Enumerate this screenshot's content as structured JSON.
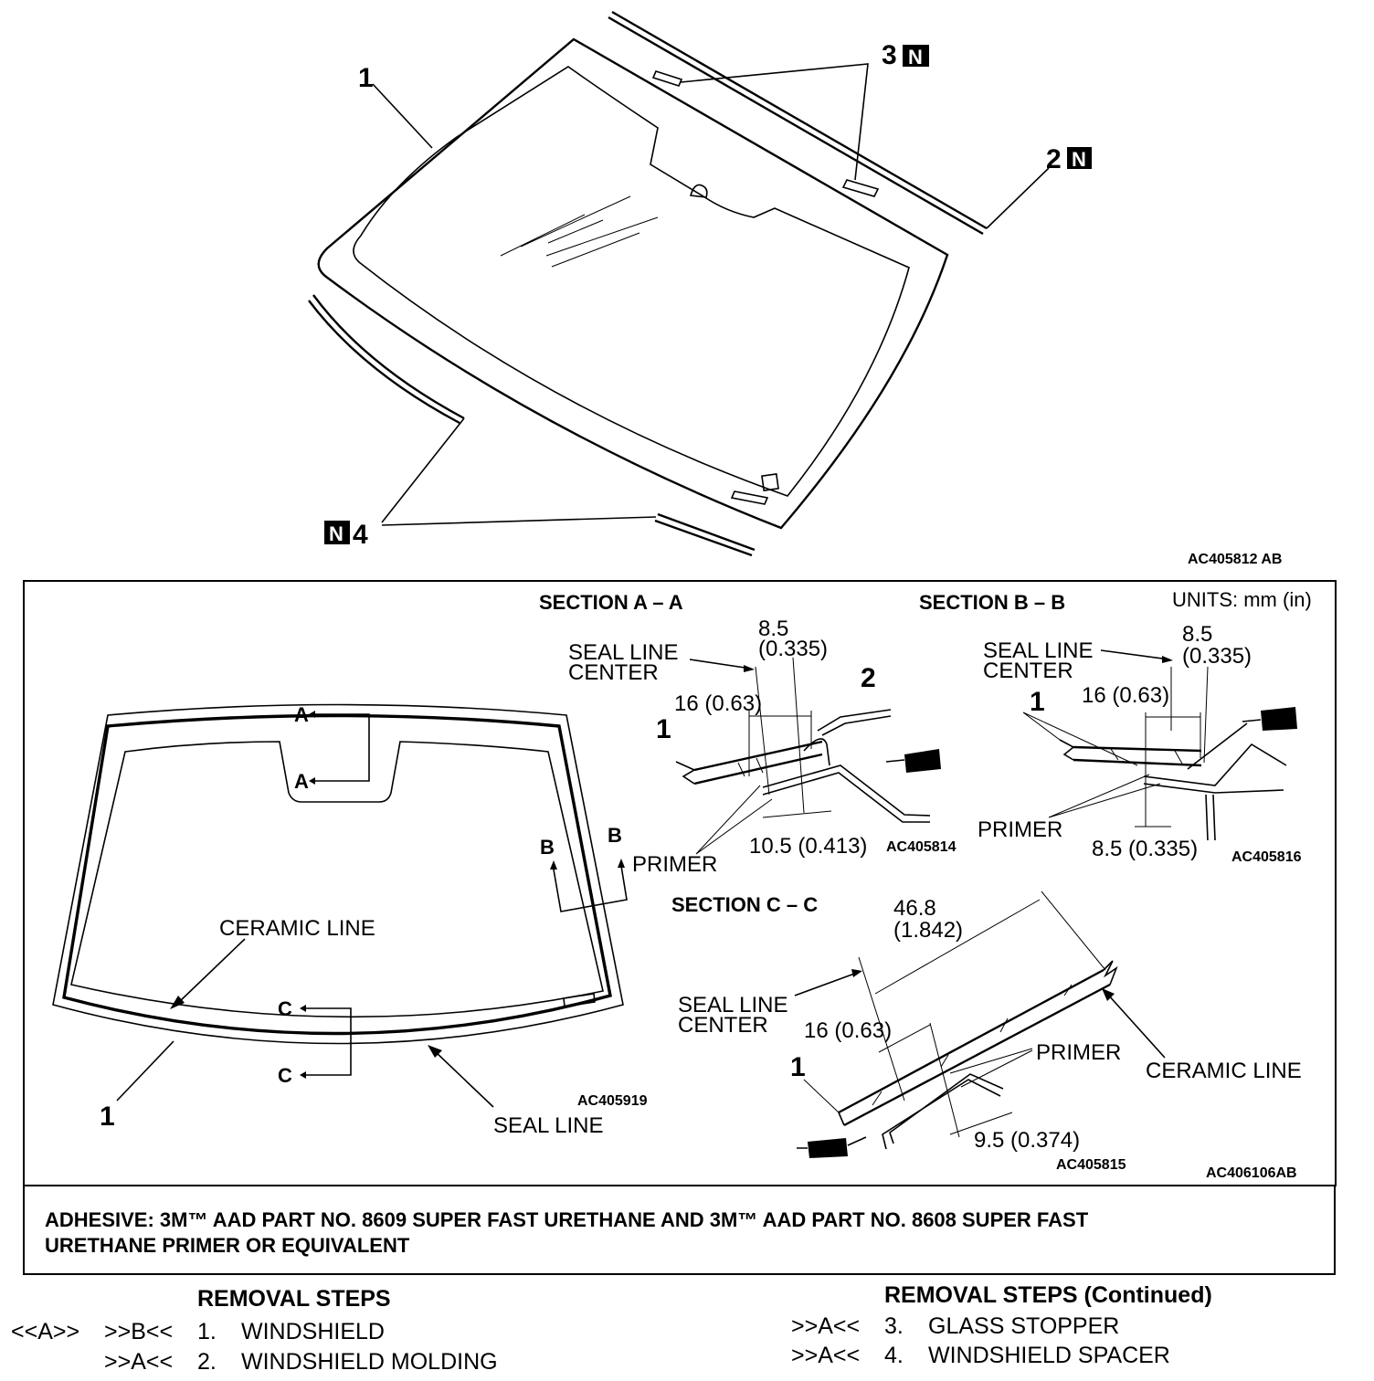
{
  "top_diagram": {
    "callout_1": "1",
    "callout_2": "2",
    "callout_3": "3",
    "callout_4": "4",
    "n_badge": "N",
    "fig_id": "AC405812 AB"
  },
  "units_note": "UNITS: mm (in)",
  "front_view": {
    "ceramic_line": "CERAMIC LINE",
    "seal_line": "SEAL LINE",
    "callout_1": "1",
    "section_marks": [
      "A",
      "A",
      "B",
      "B",
      "C",
      "C"
    ],
    "fig_id": "AC405919"
  },
  "section_aa": {
    "title": "SECTION A – A",
    "seal_line_center": [
      "SEAL LINE",
      "CENTER"
    ],
    "dim_top": [
      "8.5",
      "(0.335)"
    ],
    "dim_mid": "16 (0.63)",
    "dim_bottom": "10.5 (0.413)",
    "primer": "PRIMER",
    "callout_1": "1",
    "callout_2": "2",
    "fig_id": "AC405814"
  },
  "section_bb": {
    "title": "SECTION B – B",
    "seal_line_center": [
      "SEAL LINE",
      "CENTER"
    ],
    "dim_top": [
      "8.5",
      "(0.335)"
    ],
    "dim_mid": "16 (0.63)",
    "dim_bottom": "8.5 (0.335)",
    "primer": "PRIMER",
    "callout_1": "1",
    "fig_id": "AC405816"
  },
  "section_cc": {
    "title": "SECTION C – C",
    "seal_line_center": [
      "SEAL LINE",
      "CENTER"
    ],
    "dim_top": [
      "46.8",
      "(1.842)"
    ],
    "dim_mid": "16 (0.63)",
    "dim_bottom": "9.5 (0.374)",
    "primer": "PRIMER",
    "ceramic_line": "CERAMIC LINE",
    "callout_1": "1",
    "fig_id": "AC405815"
  },
  "box_fig_id": "AC406106AB",
  "adhesive": {
    "line1": "ADHESIVE: 3M™ AAD PART NO. 8609 SUPER FAST URETHANE AND 3M™ AAD PART NO. 8608 SUPER FAST",
    "line2": "URETHANE PRIMER OR EQUIVALENT"
  },
  "removal_steps": {
    "title": "REMOVAL STEPS",
    "items": [
      {
        "install": "<<A>>",
        "remove": ">>B<<",
        "num": "1.",
        "label": "WINDSHIELD"
      },
      {
        "install": "",
        "remove": ">>A<<",
        "num": "2.",
        "label": "WINDSHIELD MOLDING"
      }
    ]
  },
  "removal_steps_continued": {
    "title": "REMOVAL STEPS (Continued)",
    "items": [
      {
        "remove": ">>A<<",
        "num": "3.",
        "label": "GLASS STOPPER"
      },
      {
        "remove": ">>A<<",
        "num": "4.",
        "label": "WINDSHIELD SPACER"
      }
    ]
  }
}
